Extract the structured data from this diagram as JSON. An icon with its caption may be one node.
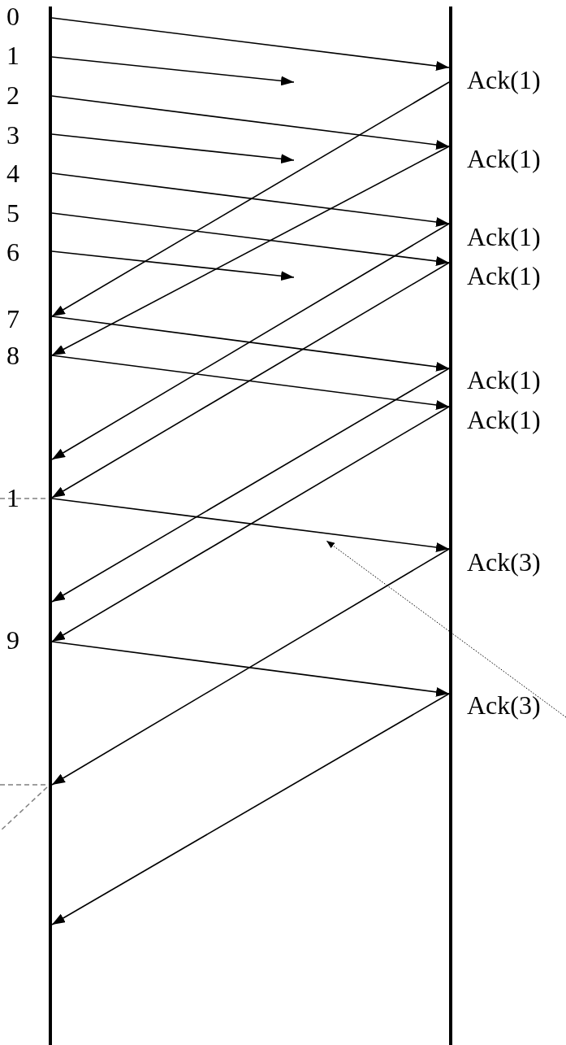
{
  "diagram": {
    "nodes": [
      {
        "text": [],
        "shape": "bar"
      },
      {
        "text": [],
        "shape": "bar"
      }
    ],
    "edges": [
      {
        "from": 0,
        "to": 1,
        "arrow": "to"
      },
      {
        "from": 0,
        "to": null,
        "arrow": "to"
      },
      {
        "from": 0,
        "to": 1,
        "arrow": "to"
      },
      {
        "from": 0,
        "to": null,
        "arrow": "to"
      },
      {
        "from": 0,
        "to": 1,
        "arrow": "to"
      },
      {
        "from": 0,
        "to": 1,
        "arrow": "to"
      },
      {
        "from": 0,
        "to": null,
        "arrow": "to"
      },
      {
        "from": 0,
        "to": 1,
        "arrow": "to"
      },
      {
        "from": 0,
        "to": 1,
        "arrow": "to"
      },
      {
        "from": 0,
        "to": 1,
        "arrow": "to"
      },
      {
        "from": 0,
        "to": 1,
        "arrow": "to"
      },
      {
        "from": 1,
        "to": 0,
        "arrow": "to"
      },
      {
        "from": 1,
        "to": 0,
        "arrow": "to"
      },
      {
        "from": 1,
        "to": 0,
        "arrow": "to"
      },
      {
        "from": 1,
        "to": 0,
        "arrow": "to"
      },
      {
        "from": 1,
        "to": 0,
        "arrow": "to"
      },
      {
        "from": 1,
        "to": 0,
        "arrow": "to"
      },
      {
        "from": 1,
        "to": 0,
        "arrow": "to"
      },
      {
        "from": 1,
        "to": 0,
        "arrow": "to"
      }
    ],
    "labels": [
      "0",
      "1",
      "Ack(1)",
      "2",
      "3",
      "Ack(1)",
      "4",
      "5",
      "Ack(1)",
      "6",
      "Ack(1)",
      "7",
      "8",
      "Ack(1)",
      "Ack(1)",
      "1",
      "Ack(3)",
      "9",
      "Ack(3)"
    ]
  }
}
